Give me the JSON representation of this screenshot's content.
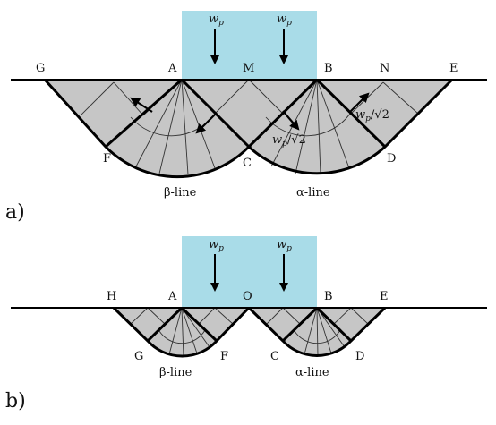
{
  "panel_a": {
    "tag": "a)",
    "load_symbol": "w",
    "load_subscript": "p",
    "points": {
      "G": "G",
      "A": "A",
      "M": "M",
      "B": "B",
      "N": "N",
      "E": "E",
      "F": "F",
      "C": "C",
      "D": "D"
    },
    "beta_line": "β-line",
    "alpha_line": "α-line",
    "annot_1": "w",
    "annot_1_sub": "p",
    "annot_1_tail": "/√2",
    "annot_2": "w",
    "annot_2_sub": "p",
    "annot_2_tail": "/√2"
  },
  "panel_b": {
    "tag": "b)",
    "load_symbol": "w",
    "load_subscript": "p",
    "points": {
      "H": "H",
      "A": "A",
      "O": "O",
      "B": "B",
      "E": "E",
      "G": "G",
      "F": "F",
      "C": "C",
      "D": "D"
    },
    "beta_line": "β-line",
    "alpha_line": "α-line"
  },
  "colors": {
    "load_block": "#a9dce8",
    "fan_fill": "#c6c6c6"
  }
}
